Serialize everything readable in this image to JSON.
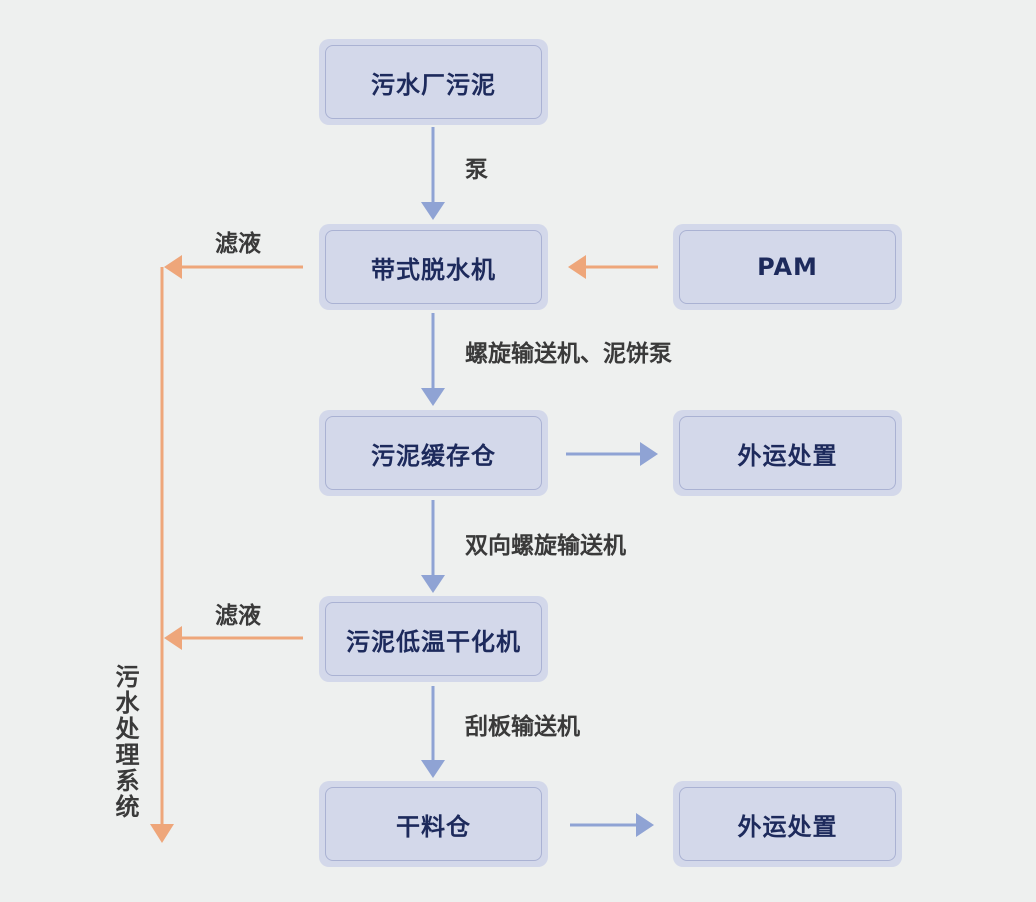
{
  "nodes": {
    "sludge_source": "污水厂污泥",
    "belt_press": "带式脱水机",
    "pam": "PAM",
    "buffer_bin": "污泥缓存仓",
    "transport_1": "外运处置",
    "dryer": "污泥低温干化机",
    "dry_bin": "干料仓",
    "transport_2": "外运处置"
  },
  "edges": {
    "pump": "泵",
    "screw_conveyor_pump": "螺旋输送机、泥饼泵",
    "bidirectional_screw": "双向螺旋输送机",
    "scraper_conveyor": "刮板输送机",
    "filtrate_1": "滤液",
    "filtrate_2": "滤液",
    "sewage_system": "污水处理系统"
  },
  "colors": {
    "background": "#eef0ef",
    "node_fill": "#d3d8ea",
    "node_border": "#aab2d3",
    "node_text": "#1d2a5c",
    "flow_arrow": "#8fa3d4",
    "filtrate_arrow": "#eea67a"
  }
}
